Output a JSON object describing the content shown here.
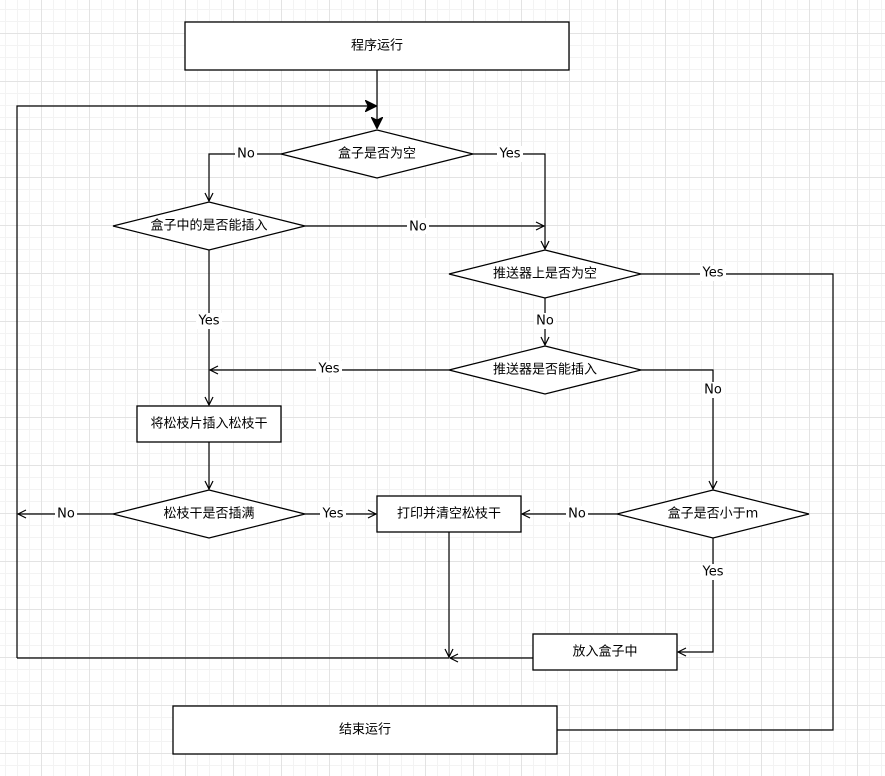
{
  "diagram": {
    "type": "flowchart",
    "nodes": [
      {
        "id": "start",
        "shape": "rect",
        "label": "程序运行"
      },
      {
        "id": "box_empty",
        "shape": "diamond",
        "label": "盒子是否为空"
      },
      {
        "id": "box_can_insert",
        "shape": "diamond",
        "label": "盒子中的是否能插入"
      },
      {
        "id": "pusher_empty",
        "shape": "diamond",
        "label": "推送器上是否为空"
      },
      {
        "id": "pusher_can_insert",
        "shape": "diamond",
        "label": "推送器是否能插入"
      },
      {
        "id": "insert_branch",
        "shape": "rect",
        "label": "将松枝片插入松枝干"
      },
      {
        "id": "branch_full",
        "shape": "diamond",
        "label": "松枝干是否插满"
      },
      {
        "id": "print_clear",
        "shape": "rect",
        "label": "打印并清空松枝干"
      },
      {
        "id": "box_less_m",
        "shape": "diamond",
        "label": "盒子是否小于m"
      },
      {
        "id": "put_in_box",
        "shape": "rect",
        "label": "放入盒子中"
      },
      {
        "id": "end",
        "shape": "rect",
        "label": "结束运行"
      }
    ],
    "edges": [
      {
        "from": "start",
        "to": "box_empty",
        "label": ""
      },
      {
        "from": "box_empty",
        "to": "box_can_insert",
        "label": "No"
      },
      {
        "from": "box_empty",
        "to": "pusher_empty",
        "label": "Yes"
      },
      {
        "from": "box_can_insert",
        "to": "pusher_empty",
        "label": "No"
      },
      {
        "from": "box_can_insert",
        "to": "insert_branch",
        "label": "Yes"
      },
      {
        "from": "pusher_empty",
        "to": "end",
        "label": "Yes"
      },
      {
        "from": "pusher_empty",
        "to": "pusher_can_insert",
        "label": "No"
      },
      {
        "from": "pusher_can_insert",
        "to": "insert_branch",
        "label": "Yes"
      },
      {
        "from": "pusher_can_insert",
        "to": "box_less_m",
        "label": "No"
      },
      {
        "from": "insert_branch",
        "to": "branch_full",
        "label": ""
      },
      {
        "from": "branch_full",
        "to": "box_empty",
        "label": "No"
      },
      {
        "from": "branch_full",
        "to": "print_clear",
        "label": "Yes"
      },
      {
        "from": "box_less_m",
        "to": "print_clear",
        "label": "No"
      },
      {
        "from": "box_less_m",
        "to": "put_in_box",
        "label": "Yes"
      },
      {
        "from": "print_clear",
        "to": "box_empty",
        "label": ""
      },
      {
        "from": "put_in_box",
        "to": "box_empty",
        "label": ""
      }
    ]
  }
}
